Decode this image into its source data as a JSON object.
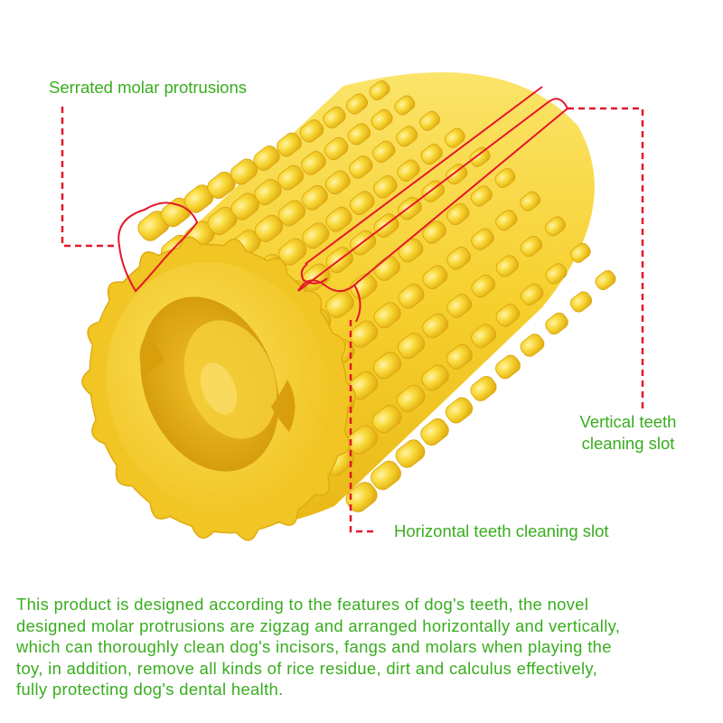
{
  "colors": {
    "text_green": "#38ad1e",
    "leader_red": "#e5162a",
    "corn_yellow": "#f7d236",
    "corn_shadow": "#dfae12",
    "corn_highlight": "#fff3a6"
  },
  "callouts": {
    "serrated": "Serrated molar protrusions",
    "vertical_line1": "Vertical teeth",
    "vertical_line2": "cleaning slot",
    "horizontal": "Horizontal teeth cleaning slot"
  },
  "description": {
    "line1": "This product is designed according to the features of dog's teeth, the novel",
    "line2": "designed molar protrusions are zigzag and arranged horizontally and vertically,",
    "line3": "which can thoroughly clean dog's incisors, fangs and molars when playing the",
    "line4": "toy, in addition, remove all kinds of rice residue, dirt and calculus effectively,",
    "line5": "fully protecting dog's dental health."
  },
  "illustration": {
    "subject": "corn-shaped dog chew toy",
    "icon": "corn-chew-toy-icon"
  }
}
